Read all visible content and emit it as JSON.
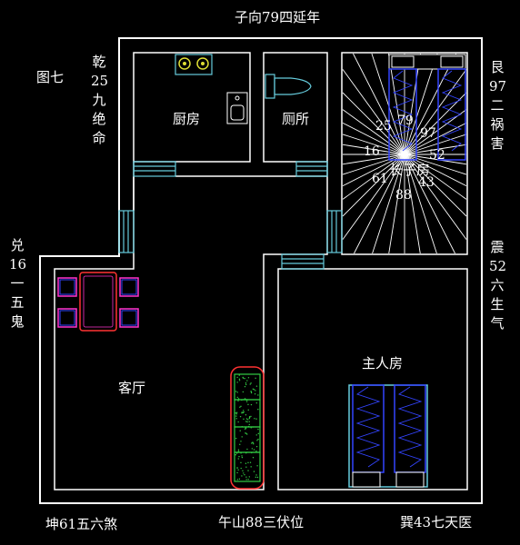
{
  "labels": {
    "top": "子向79四延年",
    "figure": "图七",
    "left_top_vertical": "乾25九绝命",
    "left_vertical": "兑16一五鬼",
    "right_top_vertical": "艮97二祸害",
    "right_vertical": "震52六生气",
    "bottom_left": "坤61五六煞",
    "bottom_center": "午山88三伏位",
    "bottom_right": "巽43七天医"
  },
  "rooms": {
    "kitchen": "厨房",
    "toilet": "厕所",
    "kids_room": "长子房",
    "master_room": "主人房",
    "living_room": "客厅"
  },
  "center_numbers": {
    "n25": "25",
    "n79": "79",
    "n97": "97",
    "n16": "16",
    "n52": "52",
    "n61": "61",
    "n43": "43",
    "n88": "88"
  },
  "colors": {
    "background": "#000000",
    "wall": "#ffffff",
    "window": "#66ccdd",
    "bed": "#3344ff",
    "furniture_red": "#ff3333",
    "furniture_magenta": "#ff33cc",
    "sofa_green": "#33cc44",
    "stove_yellow": "#dddd33"
  }
}
